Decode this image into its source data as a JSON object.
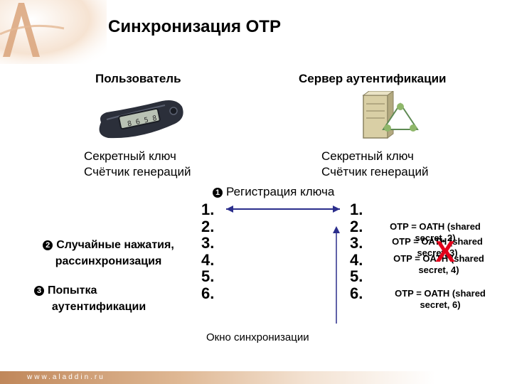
{
  "title": "Синхронизация OTP",
  "user_label": "Пользователь",
  "server_label": "Сервер аутентификации",
  "user_info": [
    "Секретный ключ",
    "Счётчик генераций"
  ],
  "server_info": [
    "Секретный ключ",
    "Счётчик генераций"
  ],
  "steps": {
    "registration": {
      "bullet": "1",
      "text": "Регистрация ключа"
    },
    "random_presses": {
      "bullet": "2",
      "line1": "Случайные нажатия,",
      "line2": "рассинхронизация"
    },
    "auth_attempt": {
      "bullet": "3",
      "line1": "Попытка",
      "line2": "аутентификации"
    }
  },
  "counter_left": [
    "1.",
    "2.",
    "3.",
    "4.",
    "5.",
    "6."
  ],
  "counter_right": [
    "1.",
    "2.",
    "3.",
    "4.",
    "5.",
    "6."
  ],
  "otp_entries": [
    {
      "line1": "OTP = OATH (shared",
      "line2": "secret, 2)"
    },
    {
      "line1": "OTP = OATH (shared",
      "line2": "secret, 3)"
    },
    {
      "line1": "OTP = OATH (shared",
      "line2": "secret, 4)"
    },
    {
      "line1": "OTP = OATH (shared",
      "line2": "secret, 6)"
    }
  ],
  "reject_mark": "X",
  "window_label": "Окно синхронизации",
  "footer": "www.aladdin.ru",
  "colors": {
    "arrow": "#2b2e8c",
    "reject": "#e3001b",
    "logo": "#d9a37a",
    "token": "#2b2f3a",
    "server": "#d9cfa5"
  },
  "icons": {
    "token": "otp-token-icon",
    "server": "server-icon"
  }
}
